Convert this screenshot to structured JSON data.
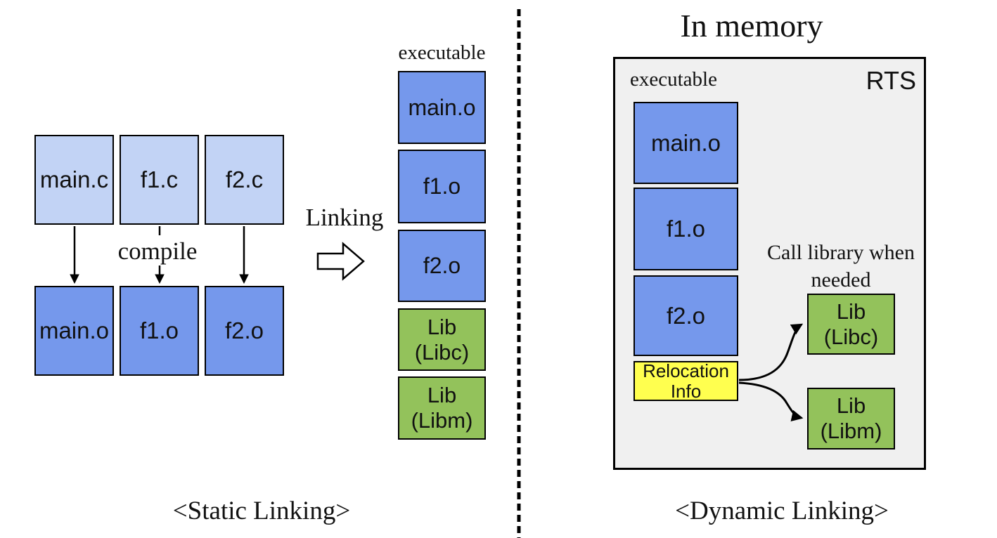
{
  "colors": {
    "source_box": "#c2d3f5",
    "object_box": "#7598ec",
    "lib_box": "#93c25b",
    "reloc_box": "#ffff4f",
    "memory_bg": "#f0f0f0"
  },
  "static_side": {
    "source_files": [
      "main.c",
      "f1.c",
      "f2.c"
    ],
    "compile_label": "compile",
    "object_files": [
      "main.o",
      "f1.o",
      "f2.o"
    ],
    "linking_label": "Linking",
    "executable_label": "executable",
    "executable_stack": [
      "main.o",
      "f1.o",
      "f2.o",
      "Lib (Libc)",
      "Lib (Libm)"
    ],
    "caption": "<Static Linking>"
  },
  "dynamic_side": {
    "title": "In memory",
    "executable_label": "executable",
    "rts_label": "RTS",
    "modules": [
      "main.o",
      "f1.o",
      "f2.o"
    ],
    "relocation_label": "Relocation Info",
    "call_note": "Call library when needed",
    "libraries": [
      "Lib (Libc)",
      "Lib (Libm)"
    ],
    "caption": "<Dynamic Linking>"
  }
}
